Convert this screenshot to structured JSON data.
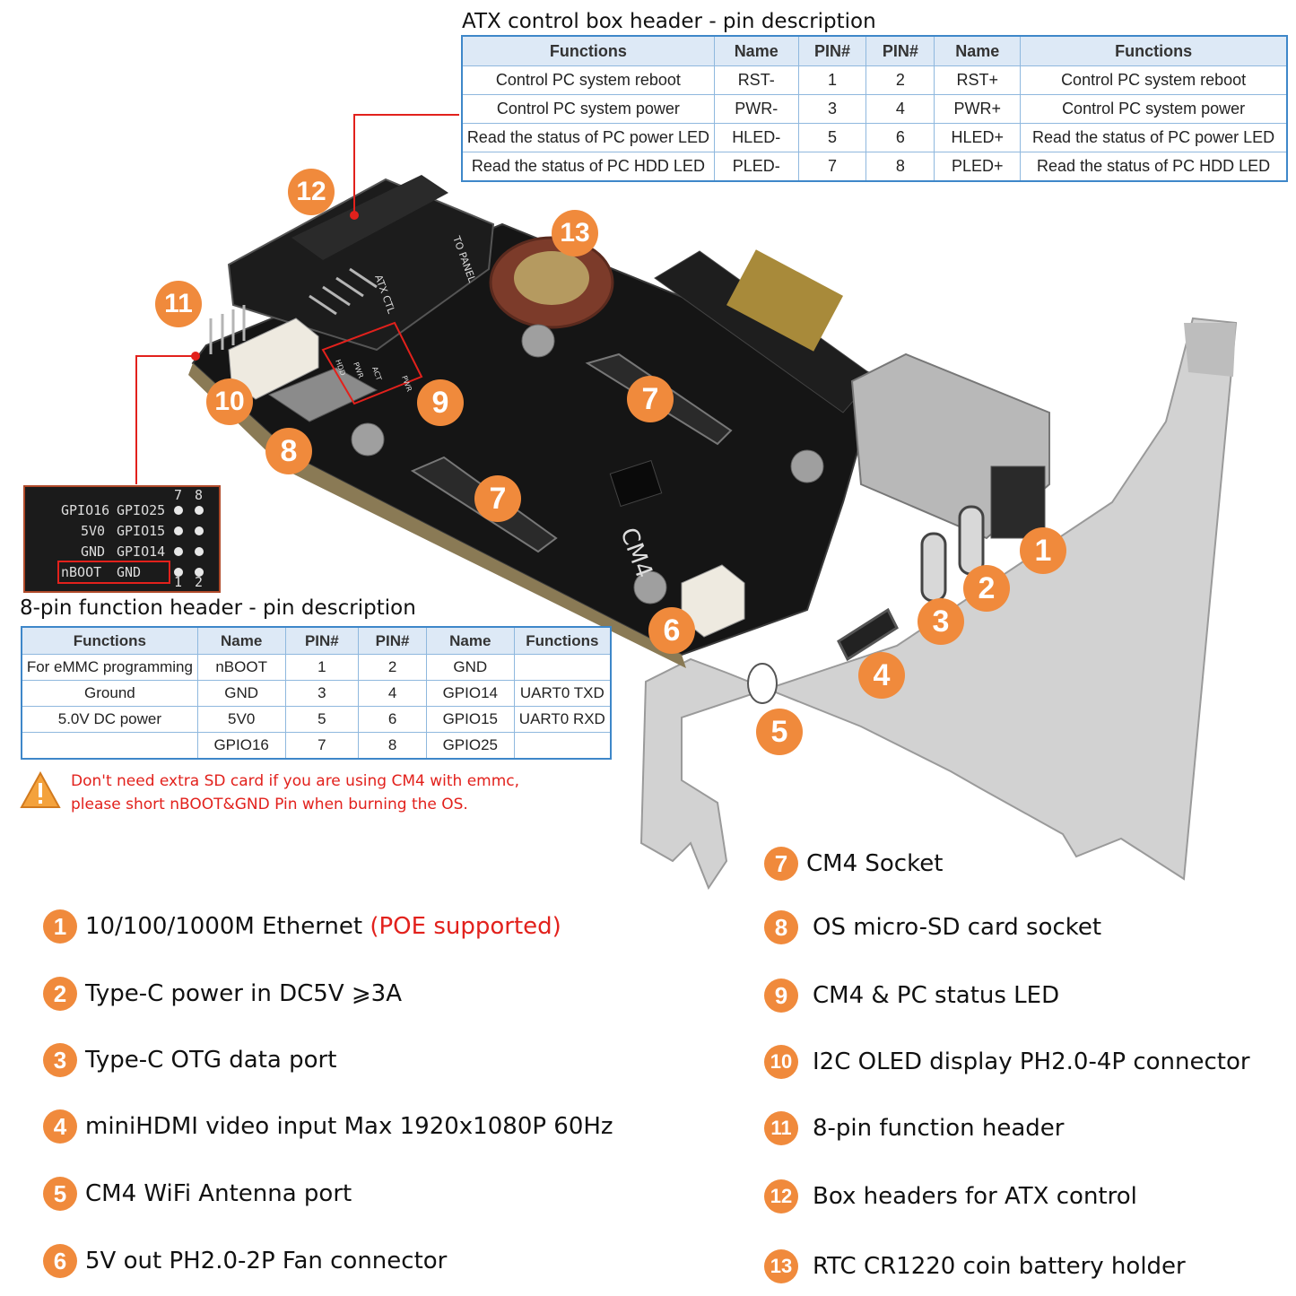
{
  "atx_table": {
    "title": "ATX control box header - pin description",
    "headers": [
      "Functions",
      "Name",
      "PIN#",
      "PIN#",
      "Name",
      "Functions"
    ],
    "rows": [
      [
        "Control PC system reboot",
        "RST-",
        "1",
        "2",
        "RST+",
        "Control PC system reboot"
      ],
      [
        "Control PC system power",
        "PWR-",
        "3",
        "4",
        "PWR+",
        "Control PC system power"
      ],
      [
        "Read the status of PC power LED",
        "HLED-",
        "5",
        "6",
        "HLED+",
        "Read the status of PC power LED"
      ],
      [
        "Read the status of PC HDD LED",
        "PLED-",
        "7",
        "8",
        "PLED+",
        "Read the status of PC HDD LED"
      ]
    ]
  },
  "fn_table": {
    "title": "8-pin function header - pin description",
    "headers": [
      "Functions",
      "Name",
      "PIN#",
      "PIN#",
      "Name",
      "Functions"
    ],
    "rows": [
      [
        "For eMMC programming",
        "nBOOT",
        "1",
        "2",
        "GND",
        ""
      ],
      [
        "Ground",
        "GND",
        "3",
        "4",
        "GPIO14",
        "UART0 TXD"
      ],
      [
        "5.0V DC power",
        "5V0",
        "5",
        "6",
        "GPIO15",
        "UART0 RXD"
      ],
      [
        "",
        "GPIO16",
        "7",
        "8",
        "GPIO25",
        ""
      ]
    ]
  },
  "pin_inset": {
    "labels": [
      "GPIO16",
      "GPIO25",
      "5V0",
      "GPIO15",
      "GND",
      "GPIO14",
      "nBOOT",
      "GND"
    ],
    "top_numbers": [
      "7",
      "8"
    ],
    "bottom_numbers": [
      "1",
      "2"
    ]
  },
  "warning": {
    "line1": "Don't need extra SD card if you are using CM4 with emmc,",
    "line2": "please short nBOOT&GND Pin when burning the OS."
  },
  "board": {
    "silkscreen_cm4": "CM4",
    "silkscreen_panel": "TO PANEL",
    "silkscreen_atx": "ATX CTL",
    "led_labels": [
      "HDD",
      "PWR",
      "ACT",
      "PWR"
    ]
  },
  "badges": [
    "1",
    "2",
    "3",
    "4",
    "5",
    "6",
    "7",
    "7",
    "8",
    "9",
    "10",
    "11",
    "12",
    "13"
  ],
  "legend": {
    "left": [
      {
        "num": "1",
        "text": "10/100/1000M Ethernet ",
        "note": "(POE supported)"
      },
      {
        "num": "2",
        "text": "Type-C power in DC5V ⩾3A"
      },
      {
        "num": "3",
        "text": "Type-C OTG data port"
      },
      {
        "num": "4",
        "text": "miniHDMI video input Max 1920x1080P 60Hz"
      },
      {
        "num": "5",
        "text": "CM4 WiFi Antenna port"
      },
      {
        "num": "6",
        "text": "5V out PH2.0-2P Fan connector"
      }
    ],
    "right": [
      {
        "num": "7",
        "text": "CM4 Socket"
      },
      {
        "num": "8",
        "text": "OS micro-SD card socket"
      },
      {
        "num": "9",
        "text": "CM4 & PC status LED"
      },
      {
        "num": "10",
        "text": "I2C OLED display PH2.0-4P connector"
      },
      {
        "num": "11",
        "text": "8-pin function header"
      },
      {
        "num": "12",
        "text": "Box headers for ATX control"
      },
      {
        "num": "13",
        "text": "RTC CR1220 coin battery holder"
      }
    ]
  },
  "colors": {
    "accent": "#f08a3c",
    "table_border": "#3e87c9",
    "table_header_bg": "#dde9f6",
    "warning_red": "#e2211c",
    "pcb": "#141414",
    "bracket": "#c9c9c9"
  }
}
